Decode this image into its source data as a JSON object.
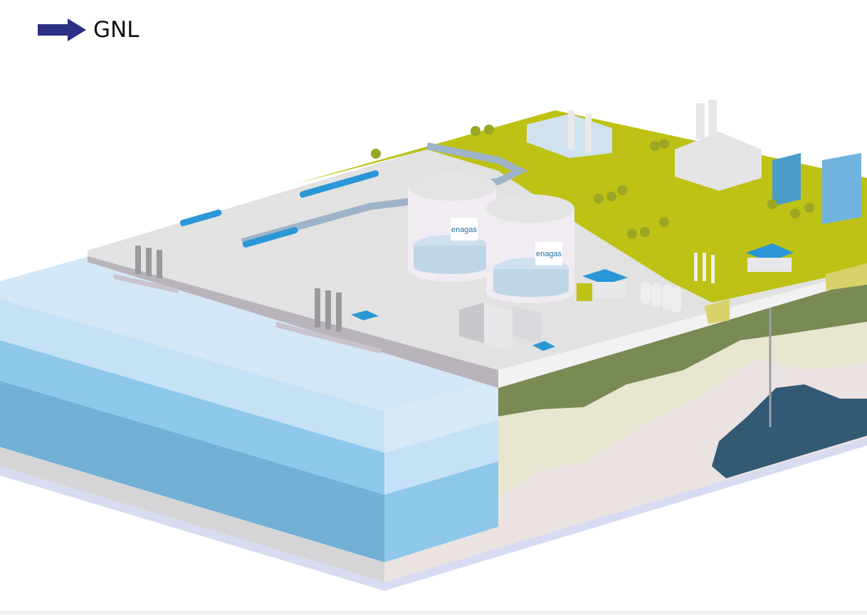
{
  "legend": {
    "label": "GNL",
    "icon": "arrow-right-icon",
    "color": "#2b2f85"
  },
  "tanks": [
    {
      "logo_text": "enagas"
    },
    {
      "logo_text": "enagas"
    }
  ],
  "colors": {
    "land": "#e2e2e2",
    "grass": "#bdc214",
    "water_top": "#d4e7f6",
    "water_mid": "#8ec8ea",
    "water_deep": "#72b0d5",
    "soil_green": "#7a8a55",
    "soil_beige": "#e8e6d0",
    "soil_pink": "#ebe2e2",
    "reservoir": "#335a75",
    "roof_blue": "#2a97d6"
  }
}
